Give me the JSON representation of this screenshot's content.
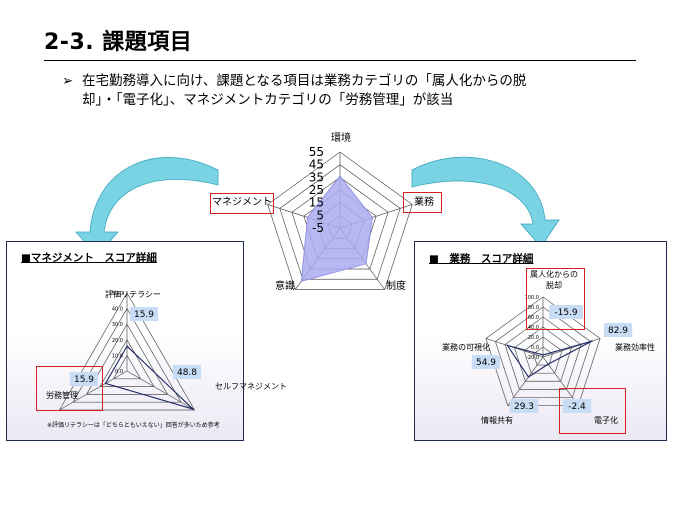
{
  "slide": {
    "title": "2-3. 課題項目",
    "bullet_marker": "➢",
    "bullet_line1": "在宅勤務導入に向け、課題となる項目は業務カテゴリの「属人化からの脱",
    "bullet_line2": "却」・「電子化」、マネジメントカテゴリの「労務管理」が該当"
  },
  "colors": {
    "fill": "#aaaaf0",
    "grid": "#555555",
    "highlight": "#d42020",
    "arrow": "#7ad3e3",
    "label_box": "#c9dcf5",
    "series_line": "#1f2a66"
  },
  "chart_data": [
    {
      "type": "radar",
      "axes": [
        "環境",
        "業務",
        "制度",
        "意識",
        "マネジメント"
      ],
      "tick_labels": [
        "55",
        "45",
        "35",
        "25",
        "15",
        "5",
        "-5"
      ],
      "ylim": [
        -5,
        55
      ],
      "values": [
        36,
        22,
        30,
        47,
        22
      ]
    },
    {
      "type": "radar",
      "title": "■マネジメント　スコア詳細",
      "axes": [
        "評価リテラシー",
        "セルフマネジメント",
        "労務管理"
      ],
      "tick_labels": [
        "50.0",
        "40.0",
        "30.0",
        "20.0",
        "10.0",
        "0.0"
      ],
      "ylim": [
        0,
        50
      ],
      "values": [
        15.9,
        48.8,
        15.9
      ],
      "data_labels": [
        "15.9",
        "48.8",
        "15.9"
      ],
      "footnote": "※評価リテラシーは「どちらともいえない」回答が多いため参考"
    },
    {
      "type": "radar",
      "title": "■　業務　スコア詳細",
      "axes": [
        "属人化からの脱却",
        "業務効率性",
        "電子化",
        "情報共有",
        "業務の可視化"
      ],
      "axis_label_lines": [
        [
          "属人化からの",
          "脱却"
        ],
        [
          "業務効率性"
        ],
        [
          "電子化"
        ],
        [
          "情報共有"
        ],
        [
          "業務の可視化"
        ]
      ],
      "tick_labels": [
        "100.0",
        "80.0",
        "60.0",
        "40.0",
        "20.0",
        "0.0",
        "-20.0"
      ],
      "ylim": [
        -20,
        100
      ],
      "values": [
        -15.9,
        82.9,
        -2.4,
        29.3,
        54.9
      ],
      "data_labels": [
        "-15.9",
        "82.9",
        "-2.4",
        "29.3",
        "54.9"
      ]
    }
  ]
}
